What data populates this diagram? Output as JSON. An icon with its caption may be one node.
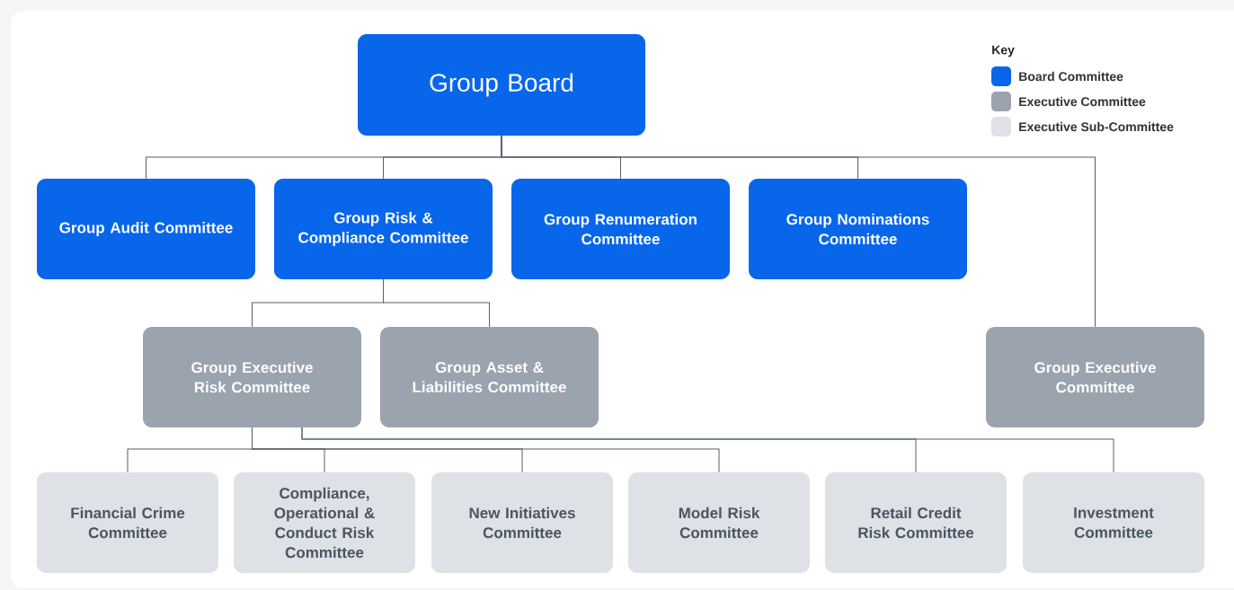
{
  "diagram": {
    "nodes": [
      {
        "text": [
          "Group Board"
        ]
      },
      {
        "text": [
          "Group Audit Committee"
        ]
      },
      {
        "text": [
          "Group Risk & Compliance Committee"
        ]
      },
      {
        "text": [
          "Group Renumeration Committee"
        ]
      },
      {
        "text": [
          "Group Nominations Committee"
        ]
      },
      {
        "text": [
          "Group Executive Risk Committee"
        ]
      },
      {
        "text": [
          "Group Asset & Liabilities Committee"
        ]
      },
      {
        "text": [
          "Group Executive Committee"
        ]
      },
      {
        "text": [
          "Financial Crime Committee"
        ]
      },
      {
        "text": [
          "Compliance, Operational & Conduct Risk Committee"
        ]
      },
      {
        "text": [
          "New Initiatives Committee"
        ]
      },
      {
        "text": [
          "Model Risk Committee"
        ]
      },
      {
        "text": [
          "Retail Credit Risk Committee"
        ]
      },
      {
        "text": [
          "Investment Committee"
        ]
      }
    ],
    "edges": [
      {
        "from": 0,
        "to": 1,
        "arrow": "none"
      },
      {
        "from": 0,
        "to": 2,
        "arrow": "none"
      },
      {
        "from": 0,
        "to": 3,
        "arrow": "none"
      },
      {
        "from": 0,
        "to": 4,
        "arrow": "none"
      },
      {
        "from": 0,
        "to": 7,
        "arrow": "none"
      },
      {
        "from": 2,
        "to": 5,
        "arrow": "none"
      },
      {
        "from": 2,
        "to": 6,
        "arrow": "none"
      },
      {
        "from": 5,
        "to": 8,
        "arrow": "none"
      },
      {
        "from": 5,
        "to": 9,
        "arrow": "none"
      },
      {
        "from": 5,
        "to": 10,
        "arrow": "none"
      },
      {
        "from": 5,
        "to": 11,
        "arrow": "none"
      },
      {
        "from": 5,
        "to": 12,
        "arrow": "none"
      },
      {
        "from": 5,
        "to": 13,
        "arrow": "none"
      }
    ],
    "labels": [
      "Key"
    ],
    "legend": [
      {
        "text": "Board Committee",
        "color": "#0866eb"
      },
      {
        "text": "Executive Committee",
        "color": "#9aa3ae"
      },
      {
        "text": "Executive Sub-Committee",
        "color": "#dee1e5"
      }
    ]
  }
}
